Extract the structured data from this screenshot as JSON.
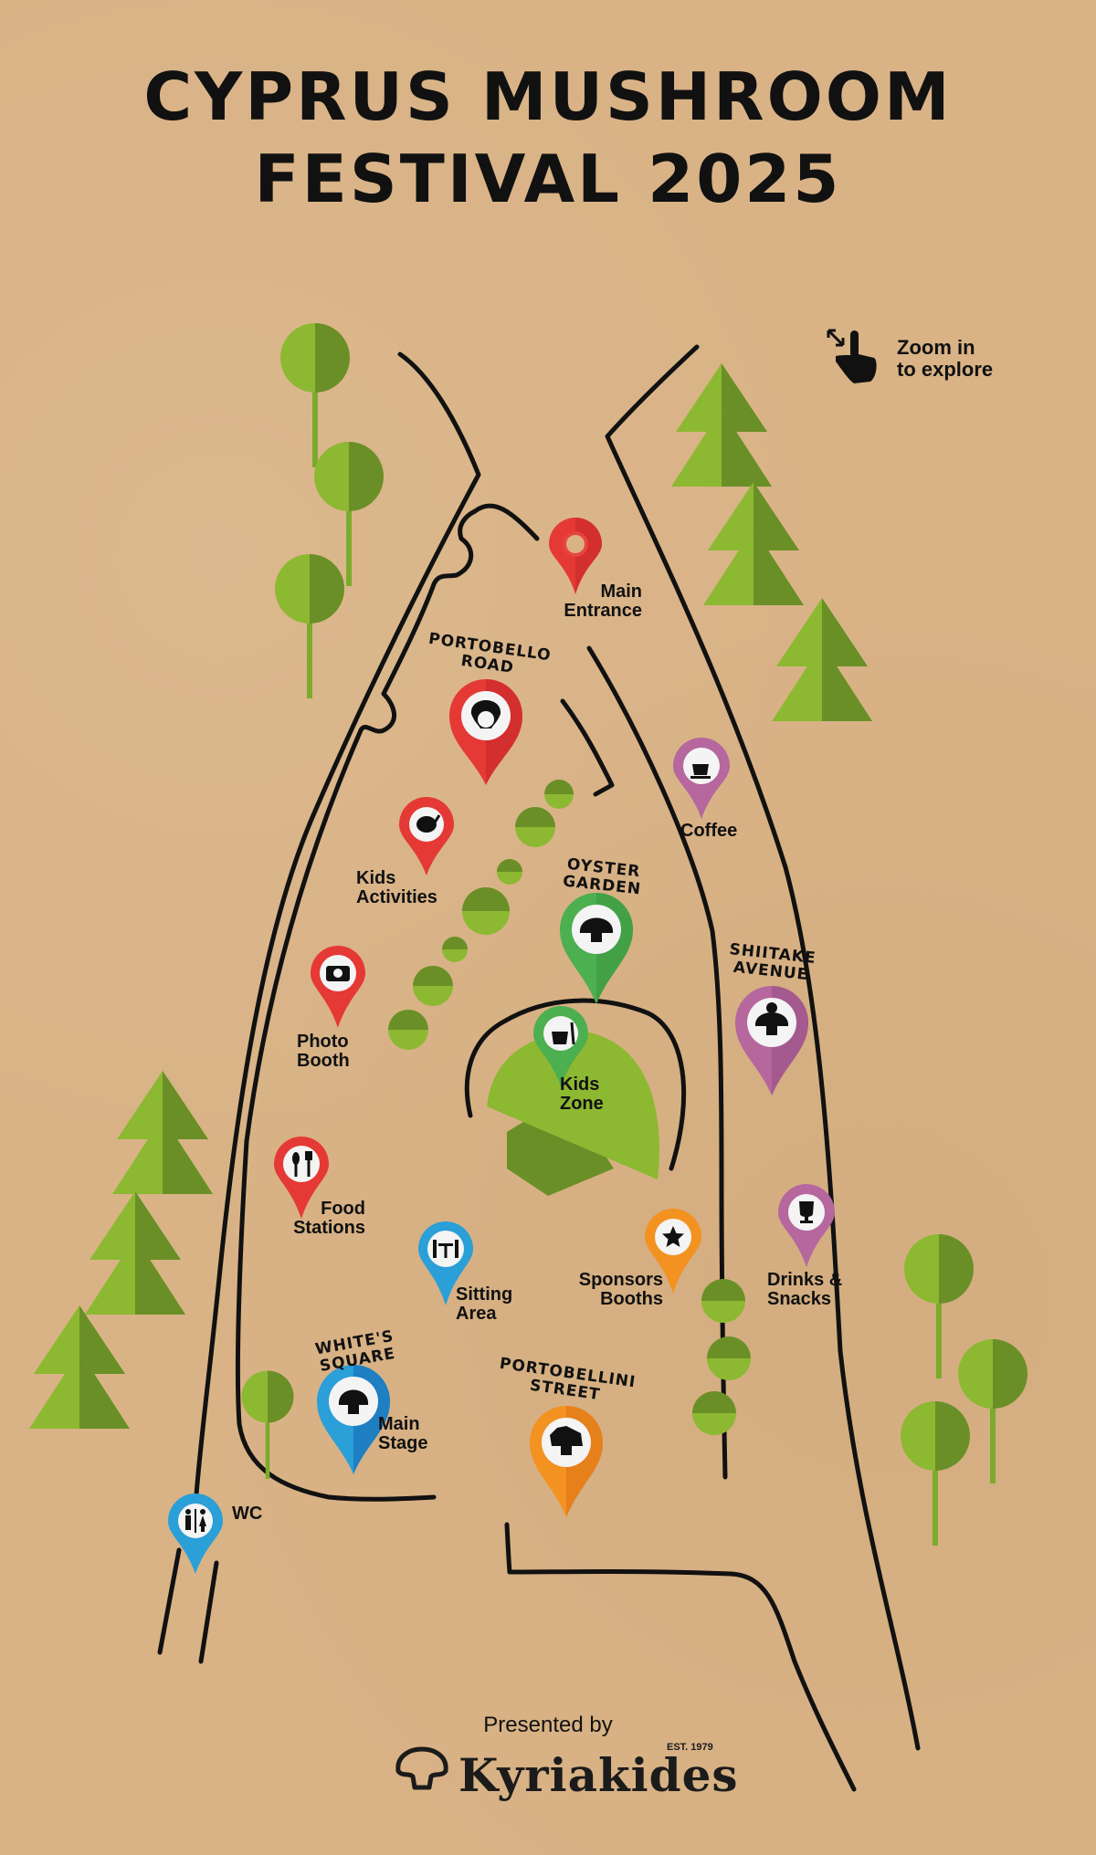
{
  "header": {
    "title_line1": "CYPRUS MUSHROOM",
    "title_line2": "FESTIVAL 2025"
  },
  "hint": {
    "icon": "pinch-zoom-hand-icon",
    "line1": "Zoom in",
    "line2": "to explore"
  },
  "zones": {
    "portobello_road": {
      "line1": "PORTOBELLO",
      "line2": "ROAD",
      "color": "#e53935"
    },
    "oyster_garden": {
      "line1": "OYSTER",
      "line2": "GARDEN",
      "color": "#4caf50"
    },
    "shiitake_avenue": {
      "line1": "SHIITAKE",
      "line2": "AVENUE",
      "color": "#b5679e"
    },
    "whites_square": {
      "line1": "WHITE'S SQUARE",
      "color": "#2a9fd8"
    },
    "portobellini_street": {
      "line1": "PORTOBELLINI",
      "line2": "STREET",
      "color": "#f39221"
    }
  },
  "points": {
    "main_entrance": {
      "line1": "Main",
      "line2": "Entrance",
      "icon": "location-ring-icon"
    },
    "coffee": {
      "line1": "Coffee",
      "icon": "coffee-cup-icon"
    },
    "kids_activities": {
      "line1": "Kids",
      "line2": "Activities",
      "icon": "paint-palette-icon"
    },
    "photo_booth": {
      "line1": "Photo",
      "line2": "Booth",
      "icon": "camera-icon"
    },
    "kids_zone": {
      "line1": "Kids",
      "line2": "Zone",
      "icon": "magic-hat-icon"
    },
    "food_stations": {
      "line1": "Food",
      "line2": "Stations",
      "icon": "fork-spoon-icon"
    },
    "sitting_area": {
      "line1": "Sitting",
      "line2": "Area",
      "icon": "table-chairs-icon"
    },
    "sponsors_booths": {
      "line1": "Sponsors",
      "line2": "Booths",
      "icon": "star-icon"
    },
    "drinks_snacks": {
      "line1": "Drinks &",
      "line2": "Snacks",
      "icon": "drink-glass-icon"
    },
    "main_stage": {
      "line1": "Main",
      "line2": "Stage",
      "icon": "mushroom-mascot-icon"
    },
    "wc": {
      "line1": "WC",
      "icon": "restroom-icon"
    }
  },
  "footer": {
    "presented_by": "Presented by",
    "brand": "Kyriakides",
    "est": "EST. 1979"
  },
  "colors": {
    "background": "#d9b386",
    "tree_light": "#8db832",
    "tree_dark": "#6a8f27",
    "road": "#111111",
    "red": "#e53935",
    "green": "#4caf50",
    "purple": "#b5679e",
    "blue": "#2a9fd8",
    "orange": "#f39221"
  }
}
